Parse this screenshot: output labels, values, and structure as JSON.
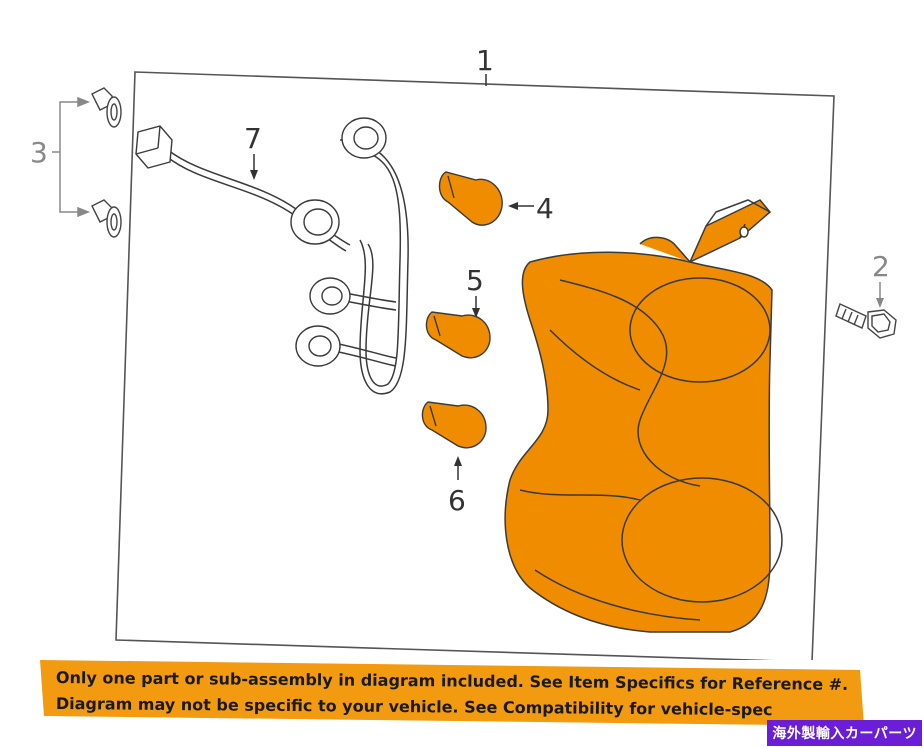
{
  "diagram": {
    "callouts": {
      "c1": "1",
      "c2": "2",
      "c3": "3",
      "c4": "4",
      "c5": "5",
      "c6": "6",
      "c7": "7"
    },
    "colors": {
      "part_fill": "#f08c00",
      "outline": "#3a3a3a",
      "frame": "#555555",
      "banner_fill": "#f29a10"
    }
  },
  "notice": {
    "line1": "Only one part or sub-assembly in diagram included. See Item Specifics for Reference #.",
    "line2": "Diagram may not be specific to your vehicle. See Compatibility for vehicle-spec"
  },
  "stamp": {
    "text": "海外製輸入カーパーツ",
    "color": "#6a1fd6"
  }
}
